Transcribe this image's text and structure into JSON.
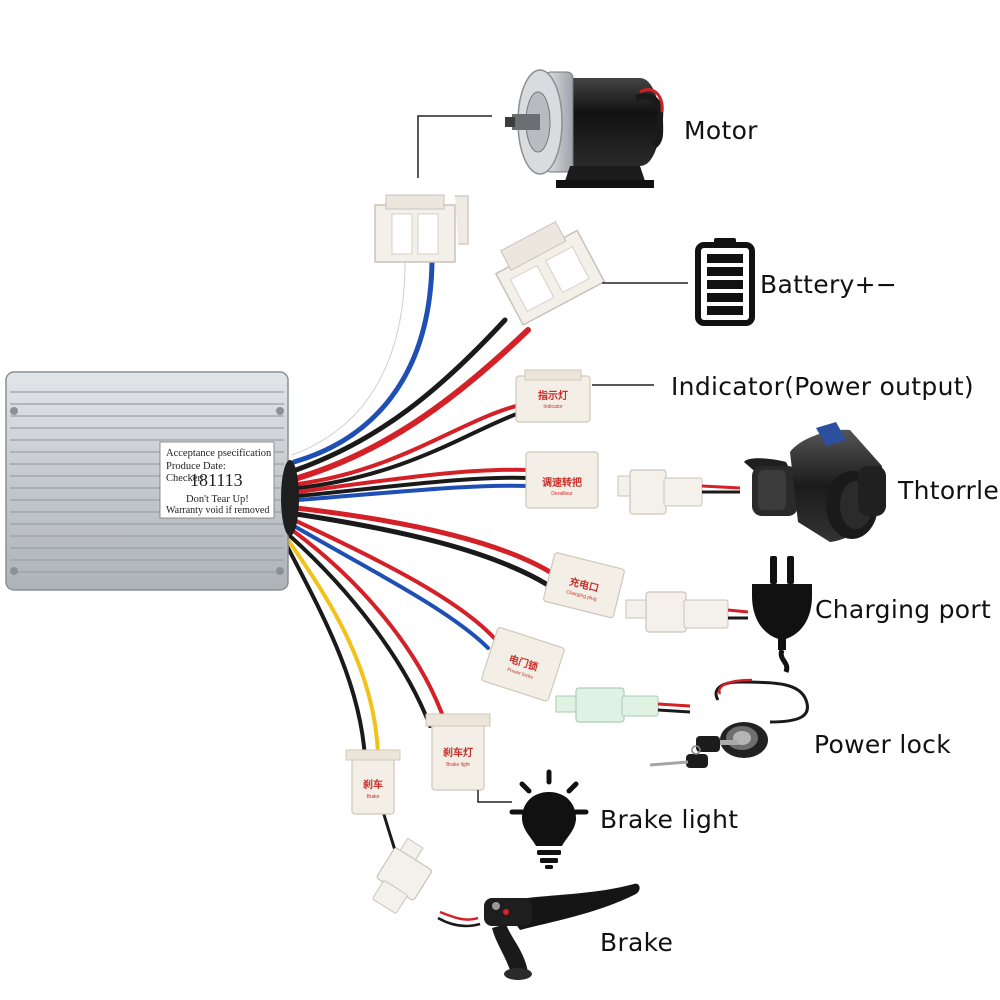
{
  "labels": {
    "motor": "Motor",
    "battery": "Battery+−",
    "indicator": "Indicator(Power output)",
    "throttle": "Thtorrle",
    "charging": "Charging port",
    "power_lock": "Power lock",
    "brake_light": "Brake light",
    "brake": "Brake"
  },
  "controller_sticker": {
    "line1": "Acceptance psecification",
    "line2": "Produce Date:",
    "line3": "Checker:",
    "number": "181113",
    "line4": "Don't Tear Up!",
    "line5": "Warranty void if removed"
  },
  "tags": {
    "indicator": {
      "cn": "指示灯",
      "en": "Indicator"
    },
    "throttle": {
      "cn": "调速转把",
      "en": "Derailleur"
    },
    "charging": {
      "cn": "充电口",
      "en": "Charging plug"
    },
    "power_lock": {
      "cn": "电门锁",
      "en": "Power locks"
    },
    "brake_light": {
      "cn": "刹车灯",
      "en": "Brake light"
    },
    "brake": {
      "cn": "刹车",
      "en": "Brake"
    }
  },
  "colors": {
    "wire_red": "#d42027",
    "wire_blue": "#1f4fb4",
    "wire_black": "#1a1a1a",
    "wire_yellow": "#f2c21a",
    "tag_text": "#c8302b",
    "housing": "#c9cdd1"
  },
  "icons": [
    "motor-icon",
    "battery-icon",
    "throttle-icon",
    "plug-icon",
    "key-lock-icon",
    "bulb-icon",
    "brake-lever-icon"
  ]
}
